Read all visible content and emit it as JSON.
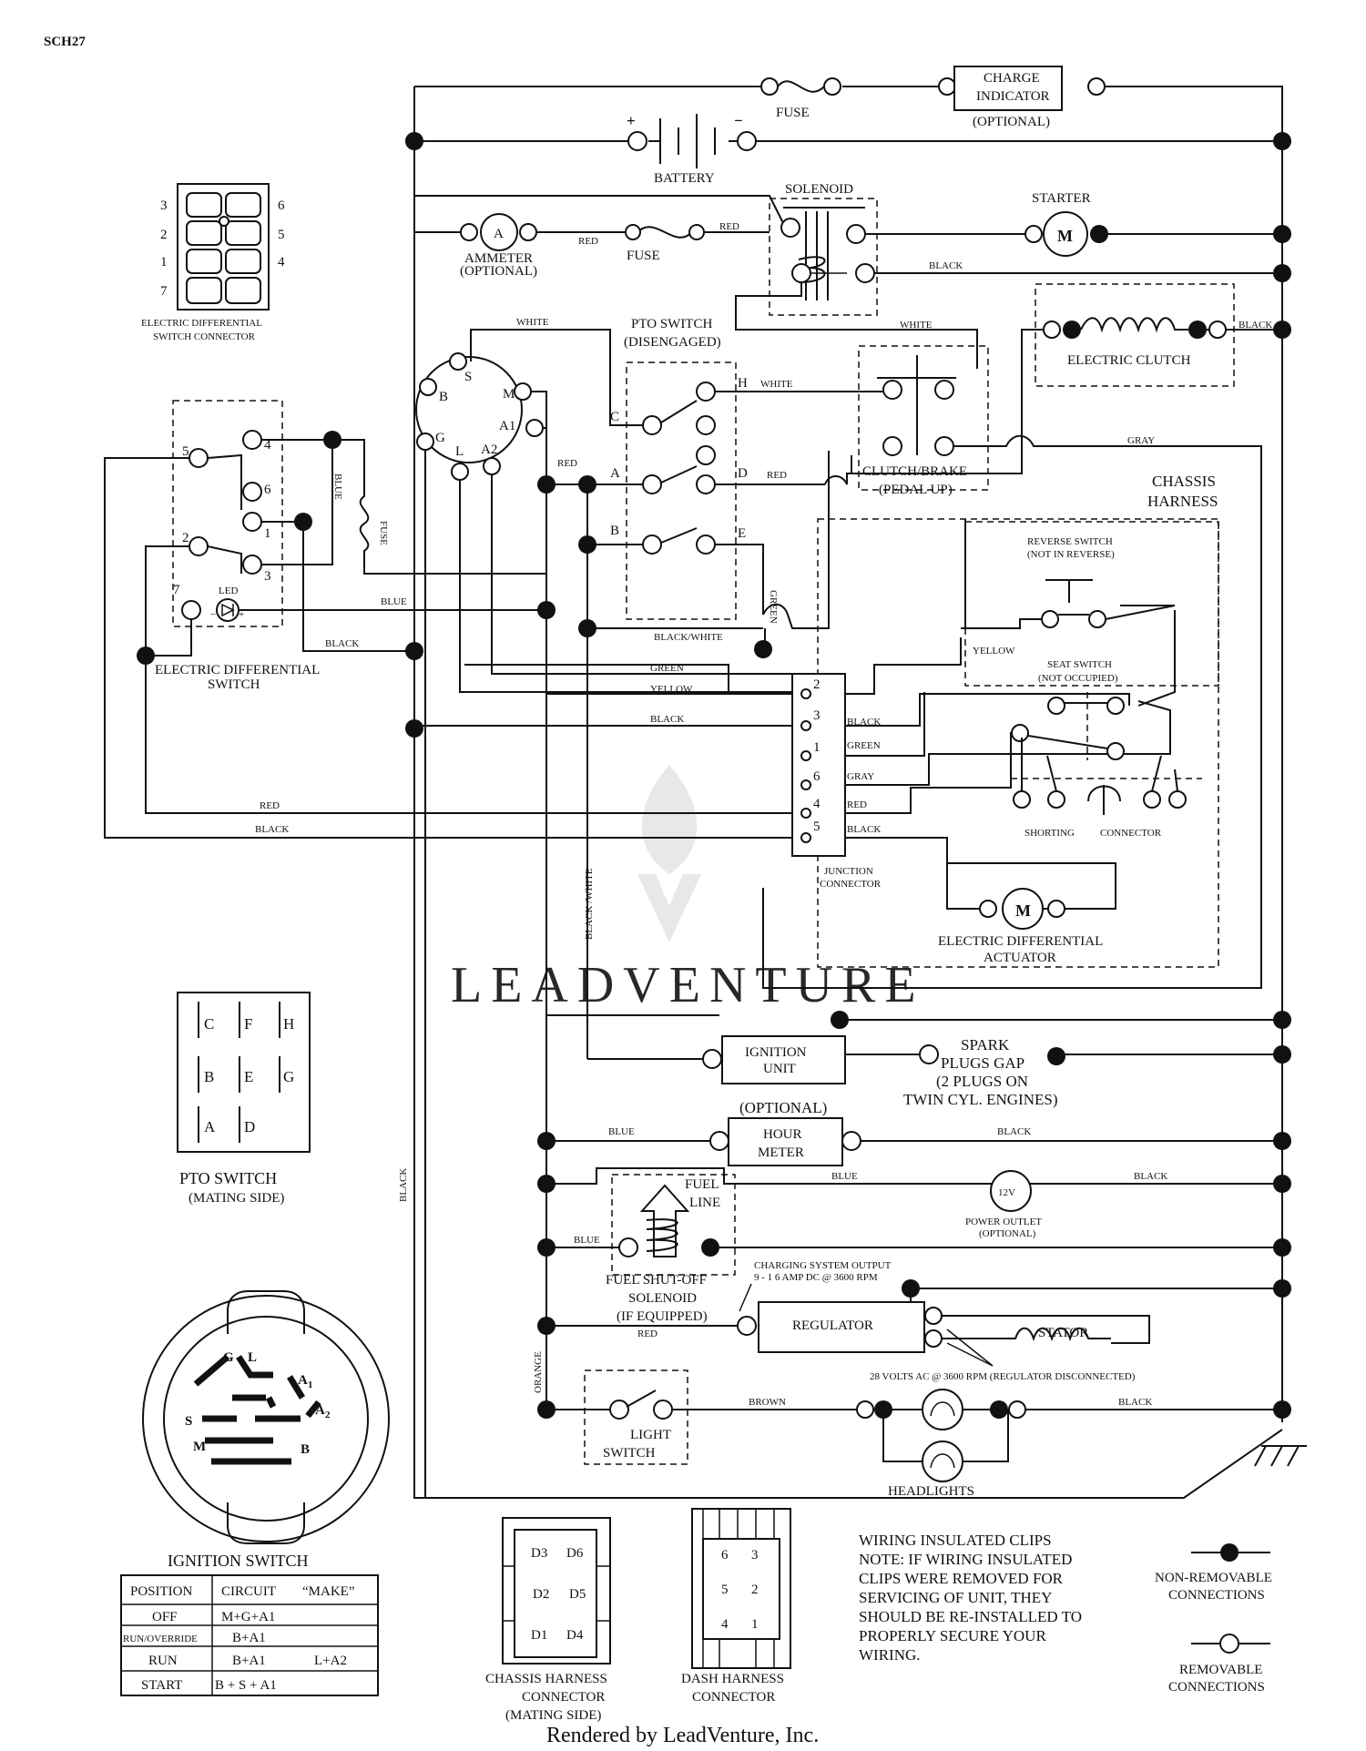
{
  "diagram_id": "SCH27",
  "labels": {
    "charge_indicator": "CHARGE",
    "charge_indicator_2": "INDICATOR",
    "optional": "(OPTIONAL)",
    "fuse": "FUSE",
    "battery": "BATTERY",
    "plus": "+",
    "minus": "−",
    "solenoid": "SOLENOID",
    "starter": "STARTER",
    "motor_m": "M",
    "ammeter": "AMMETER",
    "ammeter_opt": "(OPTIONAL)",
    "ammeter_a": "A",
    "pto_switch": "PTO SWITCH",
    "pto_disengaged": "(DISENGAGED)",
    "electric_clutch": "ELECTRIC CLUTCH",
    "clutch_brake": "CLUTCH/BRAKE",
    "pedal_up": "(PEDAL UP)",
    "chassis_harness": "CHASSIS",
    "chassis_harness_2": "HARNESS",
    "reverse_switch": "REVERSE SWITCH",
    "not_in_reverse": "(NOT IN REVERSE)",
    "seat_switch": "SEAT SWITCH",
    "not_occupied": "(NOT OCCUPIED)",
    "shorting": "SHORTING",
    "connector": "CONNECTOR",
    "junction": "JUNCTION",
    "junction_2": "CONNECTOR",
    "ed_actuator": "ELECTRIC DIFFERENTIAL",
    "ed_actuator_2": "ACTUATOR",
    "ed_switch": "ELECTRIC DIFFERENTIAL",
    "ed_switch_2": "SWITCH",
    "ed_switch_connector": "ELECTRIC DIFFERENTIAL",
    "ed_switch_connector_2": "SWITCH CONNECTOR",
    "led": "LED",
    "ignition_unit": "IGNITION",
    "ignition_unit_2": "UNIT",
    "spark": "SPARK",
    "spark_2": "PLUGS GAP",
    "spark_3": "(2 PLUGS ON",
    "spark_4": "TWIN CYL. ENGINES)",
    "hour_meter_opt": "(OPTIONAL)",
    "hour_meter": "HOUR",
    "hour_meter_2": "METER",
    "fuel_line": "FUEL",
    "fuel_line_2": "LINE",
    "power_outlet_12v": "12V",
    "power_outlet": "POWER OUTLET",
    "power_outlet_opt": "(OPTIONAL)",
    "fuel_solenoid": "FUEL SHUT-OFF",
    "fuel_solenoid_2": "SOLENOID",
    "fuel_solenoid_3": "(IF EQUIPPED)",
    "charging_output": "CHARGING SYSTEM OUTPUT",
    "charging_output_2": "9 - 1 6 AMP DC @ 3600 RPM",
    "regulator": "REGULATOR",
    "stator": "STATOR",
    "stator_note": "28 VOLTS AC @ 3600 RPM (REGULATOR DISCONNECTED)",
    "light_switch": "LIGHT",
    "light_switch_2": "SWITCH",
    "headlights": "HEADLIGHTS",
    "pto_mating": "PTO SWITCH",
    "pto_mating_2": "(MATING SIDE)",
    "ignition_switch": "IGNITION SWITCH",
    "chassis_conn": "CHASSIS HARNESS",
    "chassis_conn_2": "CONNECTOR",
    "chassis_conn_3": "(MATING SIDE)",
    "dash_conn": "DASH HARNESS",
    "dash_conn_2": "CONNECTOR",
    "note_1": "WIRING INSULATED CLIPS",
    "note_2": "NOTE:  IF WIRING INSULATED",
    "note_3": "CLIPS WERE REMOVED FOR",
    "note_4": "SERVICING OF UNIT, THEY",
    "note_5": "SHOULD BE RE-INSTALLED TO",
    "note_6": "PROPERLY SECURE YOUR",
    "note_7": "WIRING.",
    "non_removable": "NON-REMOVABLE",
    "non_removable_2": "CONNECTIONS",
    "removable": "REMOVABLE",
    "removable_2": "CONNECTIONS",
    "footer": "Rendered by LeadVenture, Inc.",
    "watermark": "LEADVENTURE"
  },
  "wire_colors": {
    "red": "RED",
    "black": "BLACK",
    "white": "WHITE",
    "blue": "BLUE",
    "gray": "GRAY",
    "green": "GREEN",
    "yellow": "YELLOW",
    "black_white": "BLACK/WHITE",
    "black_white_v": "BLACK /WHITE",
    "orange": "ORANGE",
    "brown": "BROWN"
  },
  "terminals": {
    "ign_b": "B",
    "ign_s": "S",
    "ign_m": "M",
    "ign_g": "G",
    "ign_a1": "A1",
    "ign_l": "L",
    "ign_a2": "A2",
    "pto_c": "C",
    "pto_h": "H",
    "pto_a": "A",
    "pto_d": "D",
    "pto_b": "B",
    "pto_e": "E",
    "eds_5": "5",
    "eds_4": "4",
    "eds_6": "6",
    "eds_1": "1",
    "eds_2": "2",
    "eds_3": "3",
    "eds_7": "7",
    "jc_2": "2",
    "jc_3": "3",
    "jc_1": "1",
    "jc_6": "6",
    "jc_4": "4",
    "jc_5": "5",
    "edc_3": "3",
    "edc_2": "2",
    "edc_1": "1",
    "edc_7": "7",
    "edc_6": "6",
    "edc_5": "5",
    "edc_4": "4",
    "ch_d3": "D3",
    "ch_d6": "D6",
    "ch_d2": "D2",
    "ch_d5": "D5",
    "ch_d1": "D1",
    "ch_d4": "D4",
    "dh_6": "6",
    "dh_3": "3",
    "dh_5": "5",
    "dh_2": "2",
    "dh_4": "4",
    "dh_1": "1",
    "sw_g": "G",
    "sw_l": "L",
    "sw_a1": "A",
    "sw_a2": "A",
    "sw_s": "S",
    "sw_m": "M",
    "sw_b": "B",
    "sub_1": "1",
    "sub_2": "2"
  },
  "pto_mating_letters": [
    "C",
    "F",
    "H",
    "B",
    "E",
    "G",
    "A",
    "D"
  ],
  "ignition_table": {
    "headers": [
      "POSITION",
      "CIRCUIT",
      "“MAKE”"
    ],
    "rows": [
      [
        "OFF",
        "M+G+A1",
        ""
      ],
      [
        "RUN/OVERRIDE",
        "B+A1",
        ""
      ],
      [
        "RUN",
        "B+A1",
        "L+A2"
      ],
      [
        "START",
        "B + S + A1",
        ""
      ]
    ]
  }
}
